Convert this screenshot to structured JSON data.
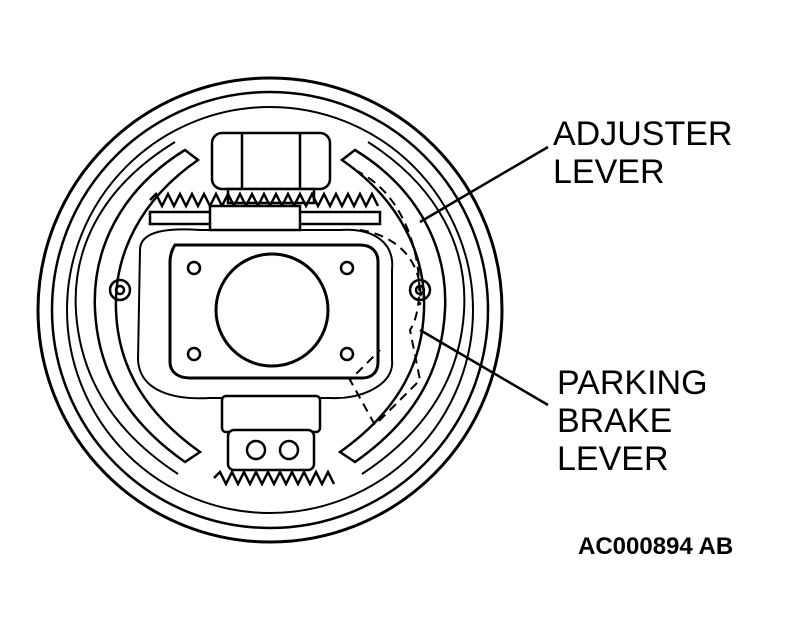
{
  "callouts": {
    "adjuster_lever": [
      "ADJUSTER",
      "LEVER"
    ],
    "parking_brake_lever": [
      "PARKING",
      "BRAKE",
      "LEVER"
    ]
  },
  "reference_code": "AC000894 AB",
  "colors": {
    "ink": "#000000",
    "background": "#ffffff"
  }
}
